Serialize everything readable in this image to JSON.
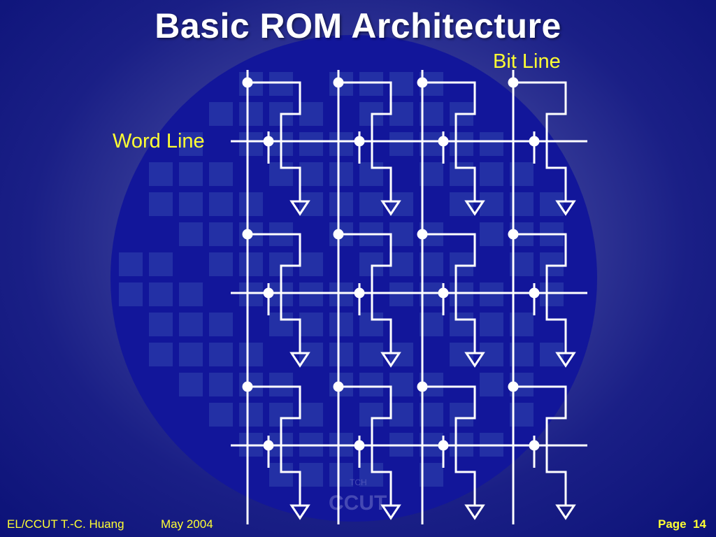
{
  "slide": {
    "title": "Basic ROM Architecture",
    "bit_line_label": "Bit Line",
    "word_line_label": "Word Line"
  },
  "footer": {
    "author": "EL/CCUT T.-C. Huang",
    "date": "May 2004",
    "page_label": "Page",
    "page_number": "14"
  },
  "watermark": {
    "small_text": "TCH",
    "large_text": "CCUT"
  },
  "grid": {
    "rows": 3,
    "columns": 4
  },
  "colors": {
    "background": "#0c1278",
    "wafer": "#12169a",
    "die_squares": "#2a3aa8",
    "wires": "#ffffff",
    "label_text": "#ffff33"
  }
}
